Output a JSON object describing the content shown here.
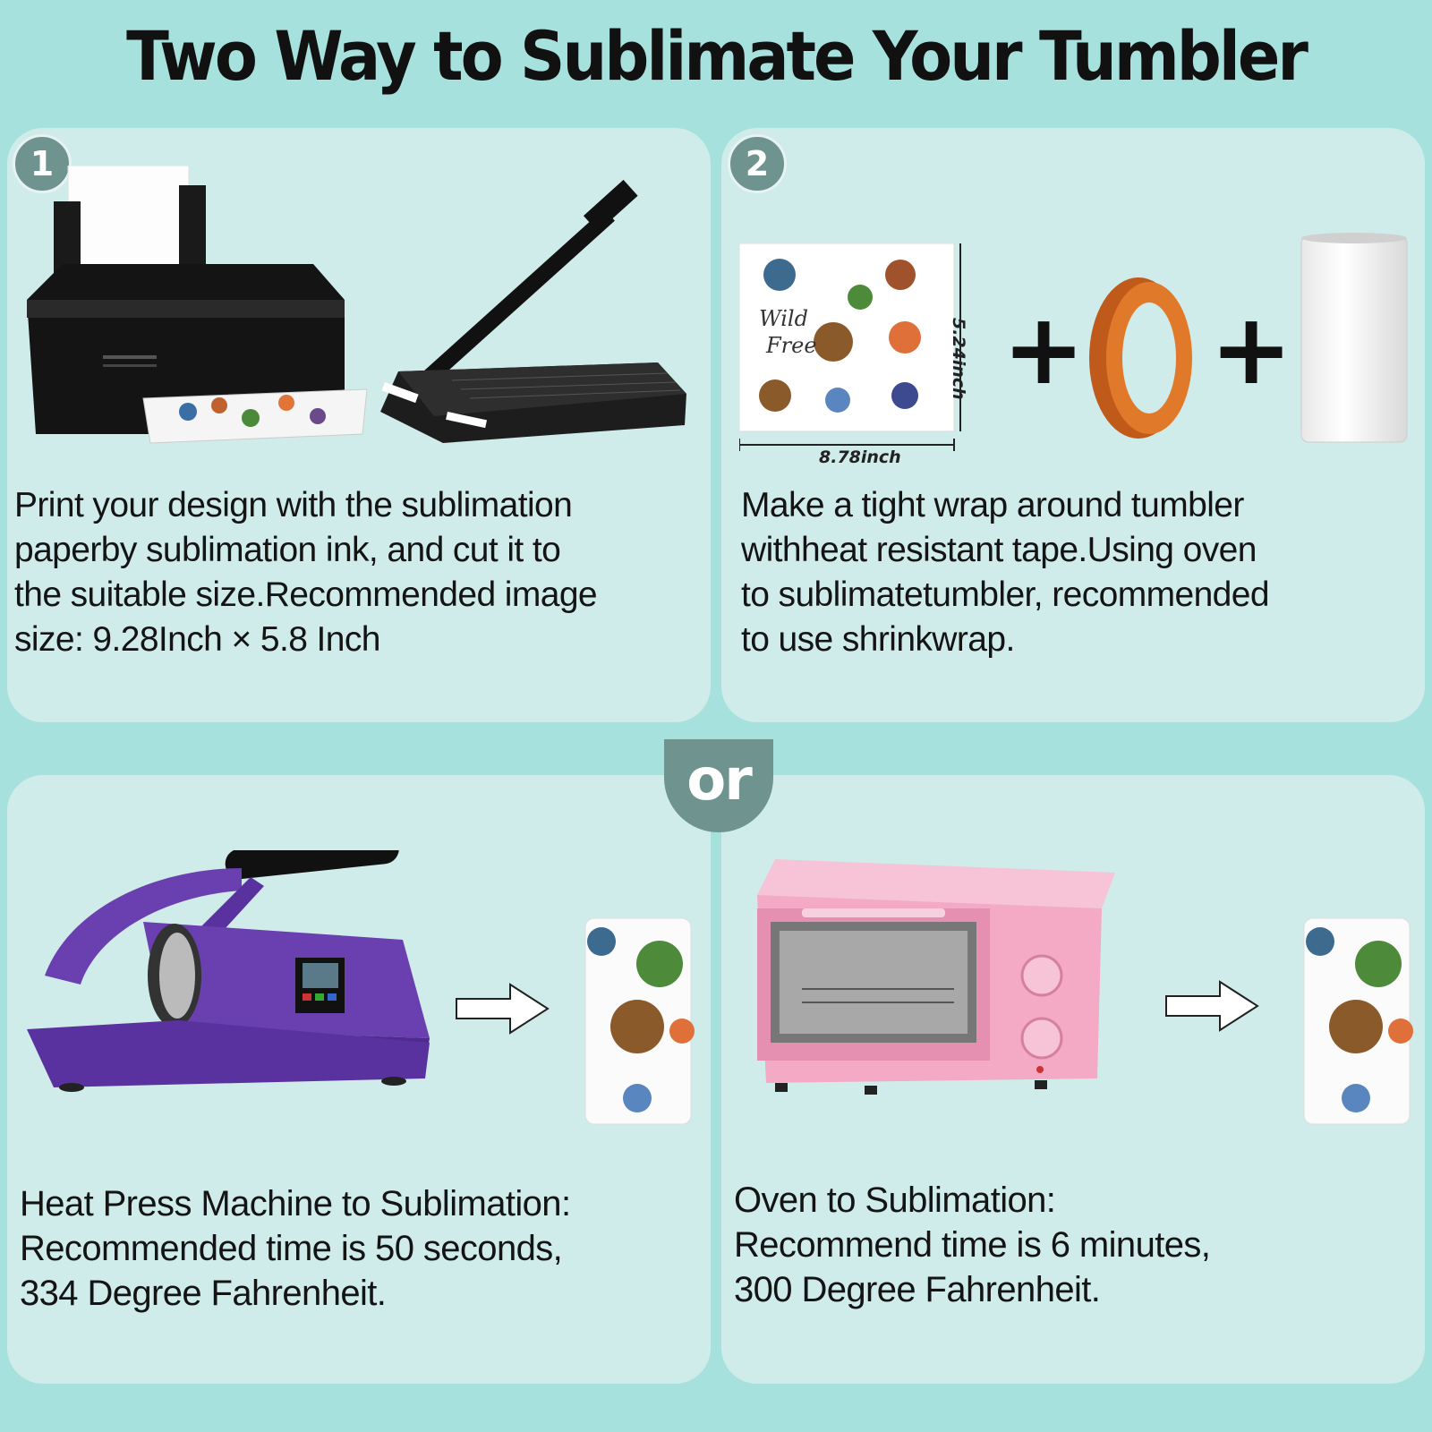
{
  "page": {
    "title": "Two Way to Sublimate Your Tumbler",
    "or_label": "or"
  },
  "colors": {
    "background": "#a6e1de",
    "panel": "#cfeceb",
    "badge": "#6f938f",
    "press_purple": "#6a3fb0",
    "oven_pink": "#f4aac4"
  },
  "steps": [
    {
      "badge": "1",
      "text": "Print your design with the sublimation\npaperby sublimation ink, and cut it to\nthe suitable size.Recommended image\nsize: 9.28Inch × 5.8 Inch",
      "icons": [
        "printer-icon",
        "paper-cutter-icon"
      ]
    },
    {
      "badge": "2",
      "text": "Make a tight wrap around tumbler\nwithheat resistant tape.Using oven\nto sublimatetumbler, recommended\nto use shrinkwrap.",
      "sheet_width": "8.78inch",
      "sheet_height": "5.24inch",
      "icons": [
        "sublimation-sheet-icon",
        "heat-tape-icon",
        "blank-tumbler-icon"
      ]
    }
  ],
  "methods": [
    {
      "text": "Heat Press Machine to Sublimation:\nRecommended time is 50 seconds,\n334 Degree Fahrenheit.",
      "icons": [
        "heat-press-icon",
        "arrow-right-icon",
        "printed-tumbler-icon"
      ]
    },
    {
      "text": "Oven to Sublimation:\nRecommend time is 6 minutes,\n300 Degree Fahrenheit.",
      "icons": [
        "oven-icon",
        "arrow-right-icon",
        "printed-tumbler-icon"
      ]
    }
  ]
}
